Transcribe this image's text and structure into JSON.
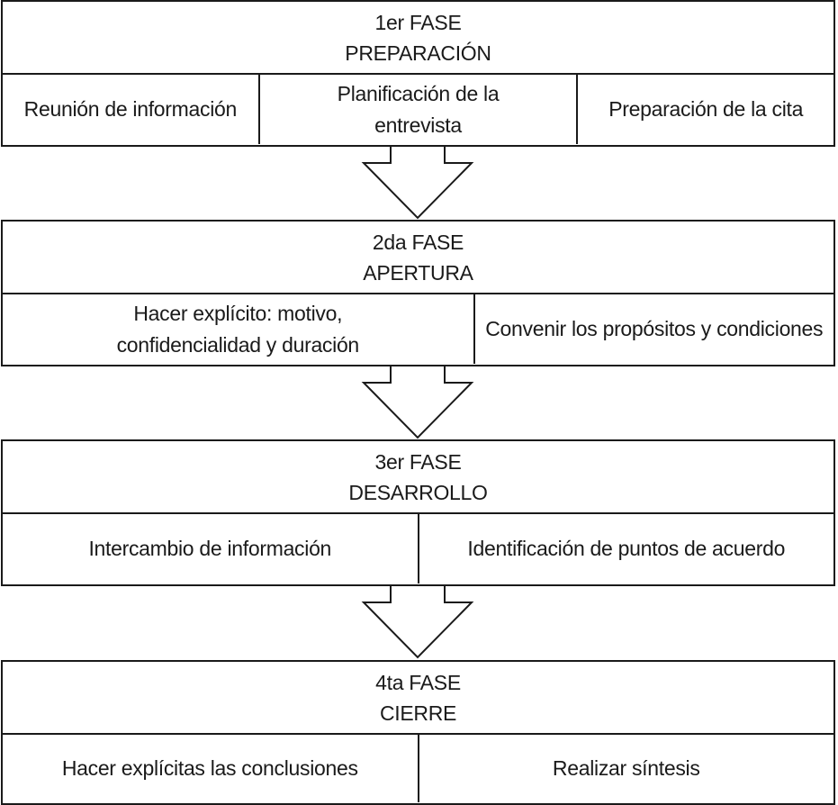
{
  "phases": [
    {
      "number": "1er FASE",
      "name": "PREPARACIÓN",
      "steps": [
        "Reunión de información",
        "Planificación de la entrevista",
        "Preparación de la cita"
      ]
    },
    {
      "number": "2da FASE",
      "name": "APERTURA",
      "steps": [
        "Hacer explícito: motivo, confidencialidad y duración",
        "Convenir los propósitos y condiciones"
      ]
    },
    {
      "number": "3er FASE",
      "name": "DESARROLLO",
      "steps": [
        "Intercambio de información",
        "Identificación de puntos de acuerdo"
      ]
    },
    {
      "number": "4ta FASE",
      "name": "CIERRE",
      "steps": [
        "Hacer explícitas las conclusiones",
        "Realizar síntesis"
      ]
    }
  ],
  "colors": {
    "stroke": "#1a1a1a",
    "background": "#ffffff"
  },
  "icons": {
    "connector": "down-arrow-icon"
  }
}
